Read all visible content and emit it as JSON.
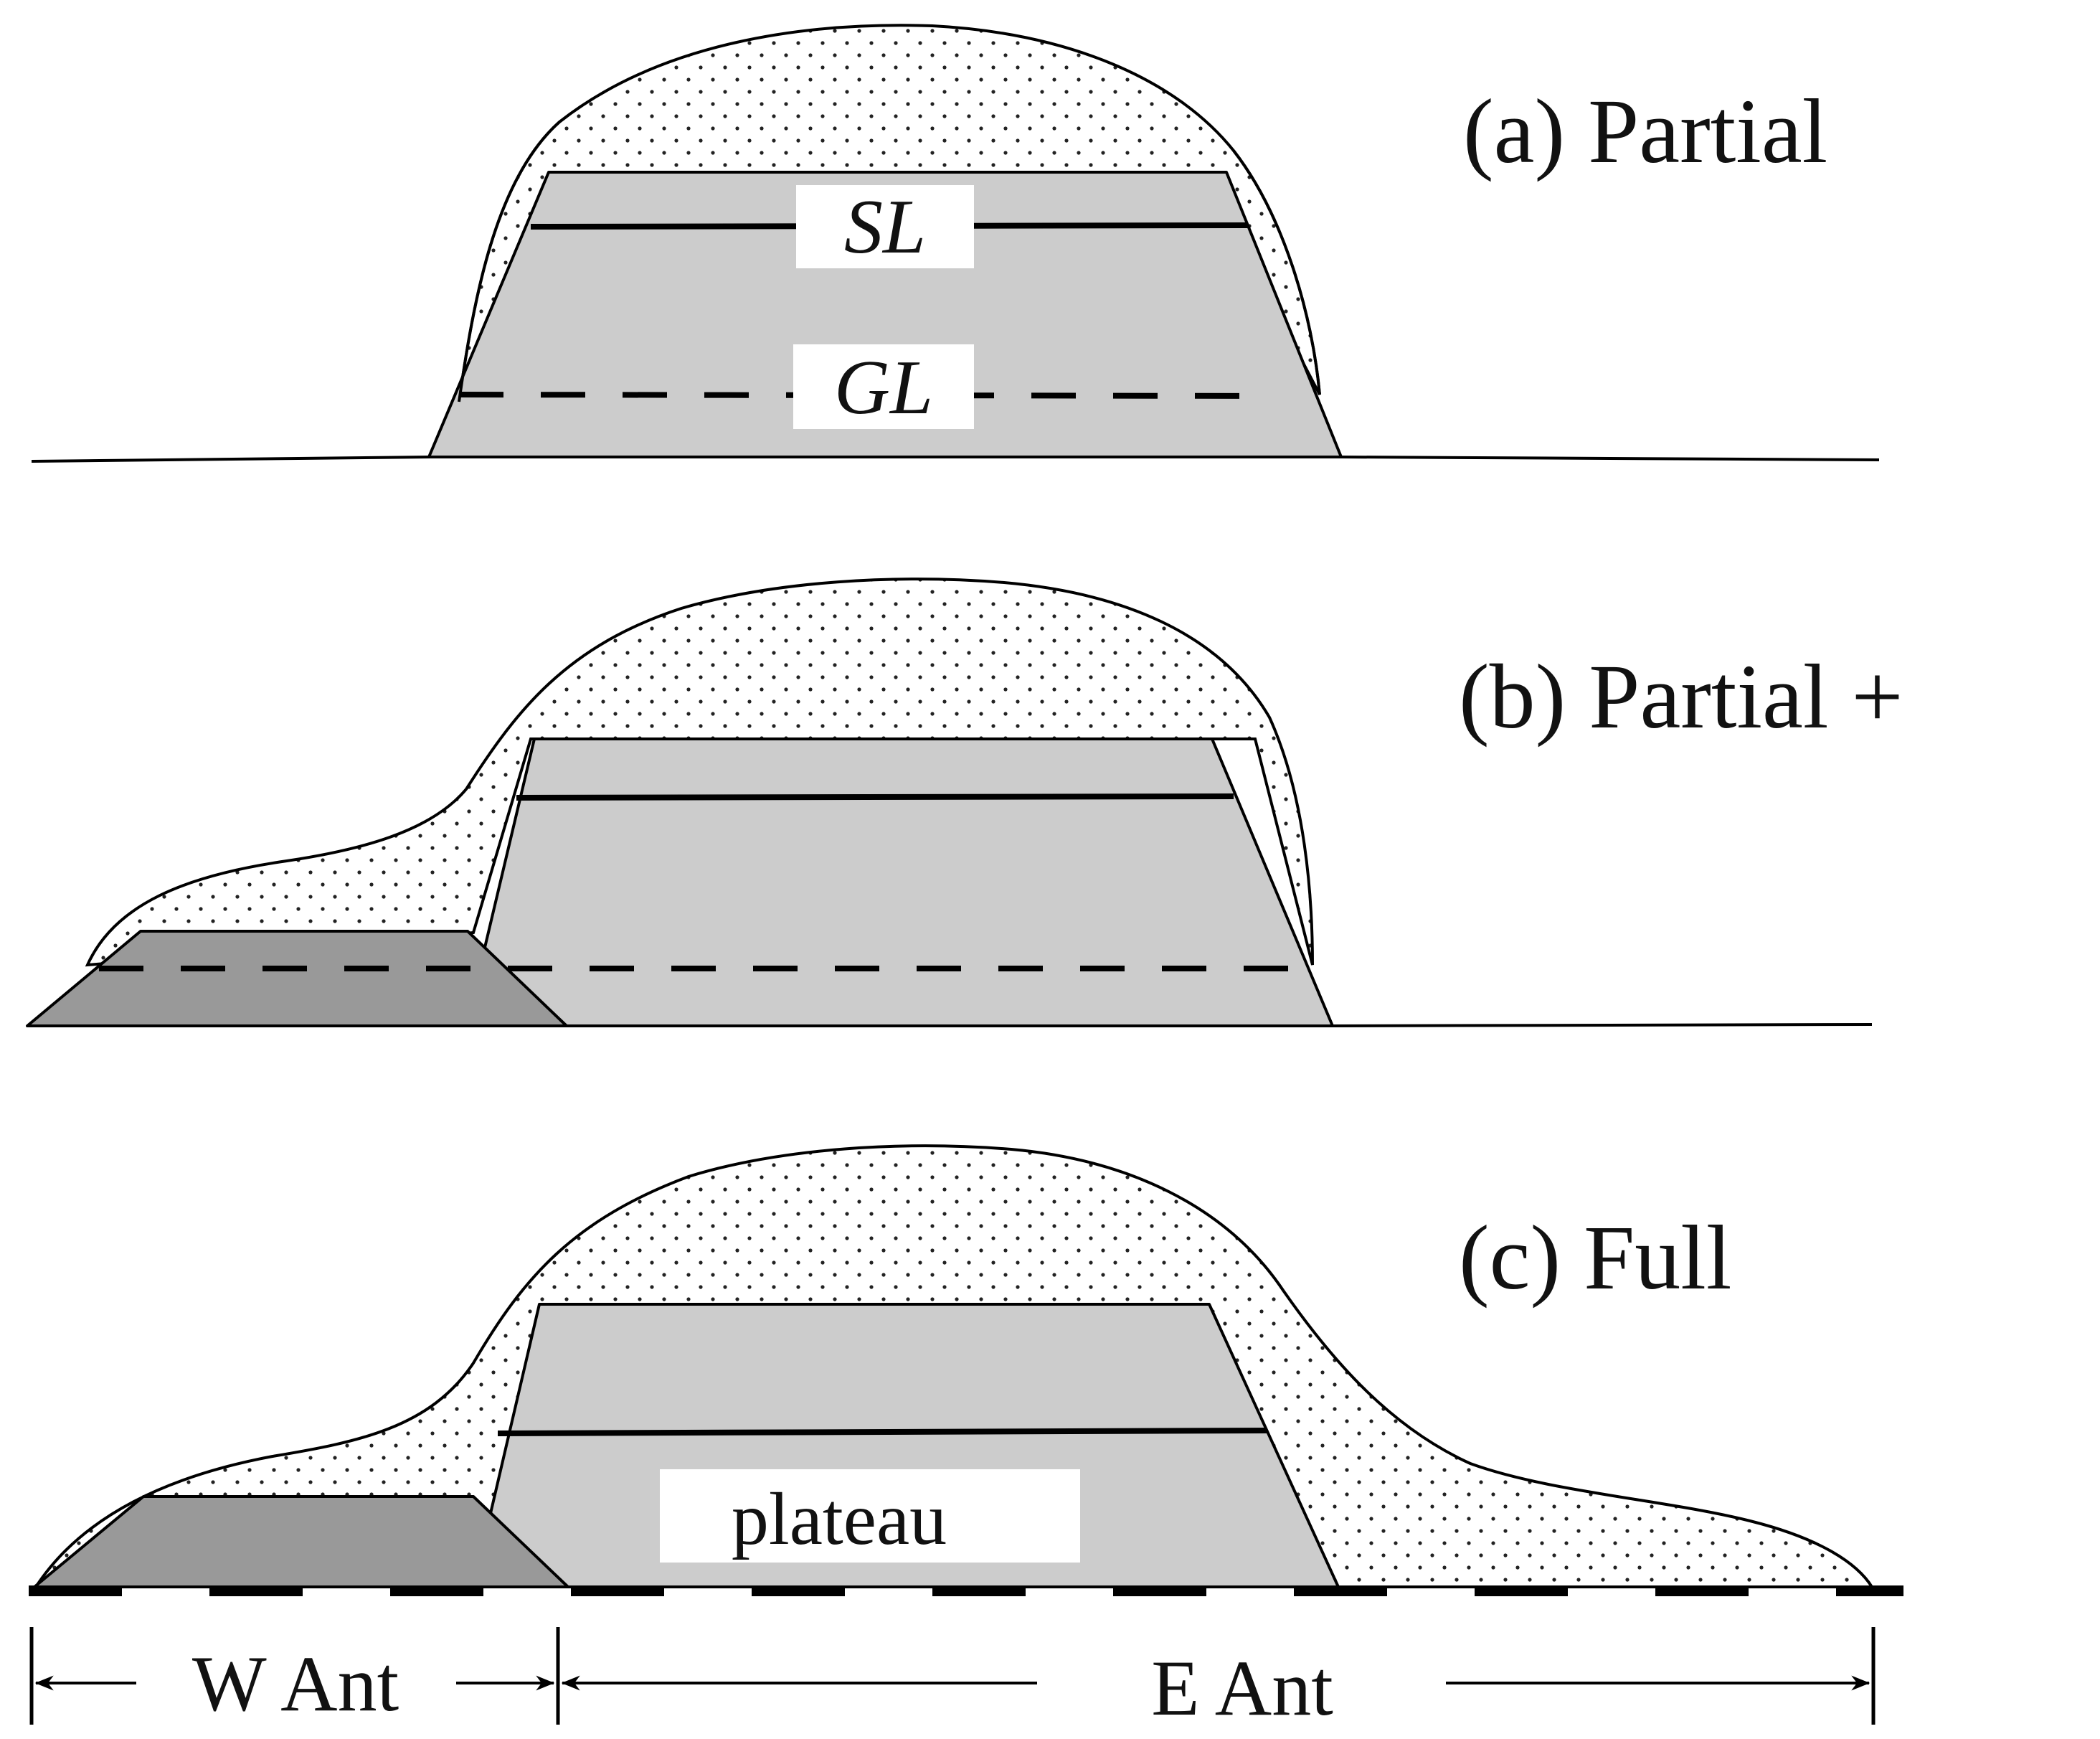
{
  "panels": [
    {
      "id": "a",
      "title": "(a) Partial",
      "labels": {
        "sea_level": "SL",
        "grounding_line": "GL"
      }
    },
    {
      "id": "b",
      "title": "(b) Partial +"
    },
    {
      "id": "c",
      "title": "(c) Full",
      "labels": {
        "plateau": "plateau"
      }
    }
  ],
  "scale_bar": {
    "west": "W Ant",
    "east": "E Ant"
  },
  "colors": {
    "bedrock_light": "#cccccc",
    "bedrock_dark": "#999999",
    "ice_fill": "#ffffff",
    "ice_stipple": "#222222",
    "line": "#000000"
  }
}
